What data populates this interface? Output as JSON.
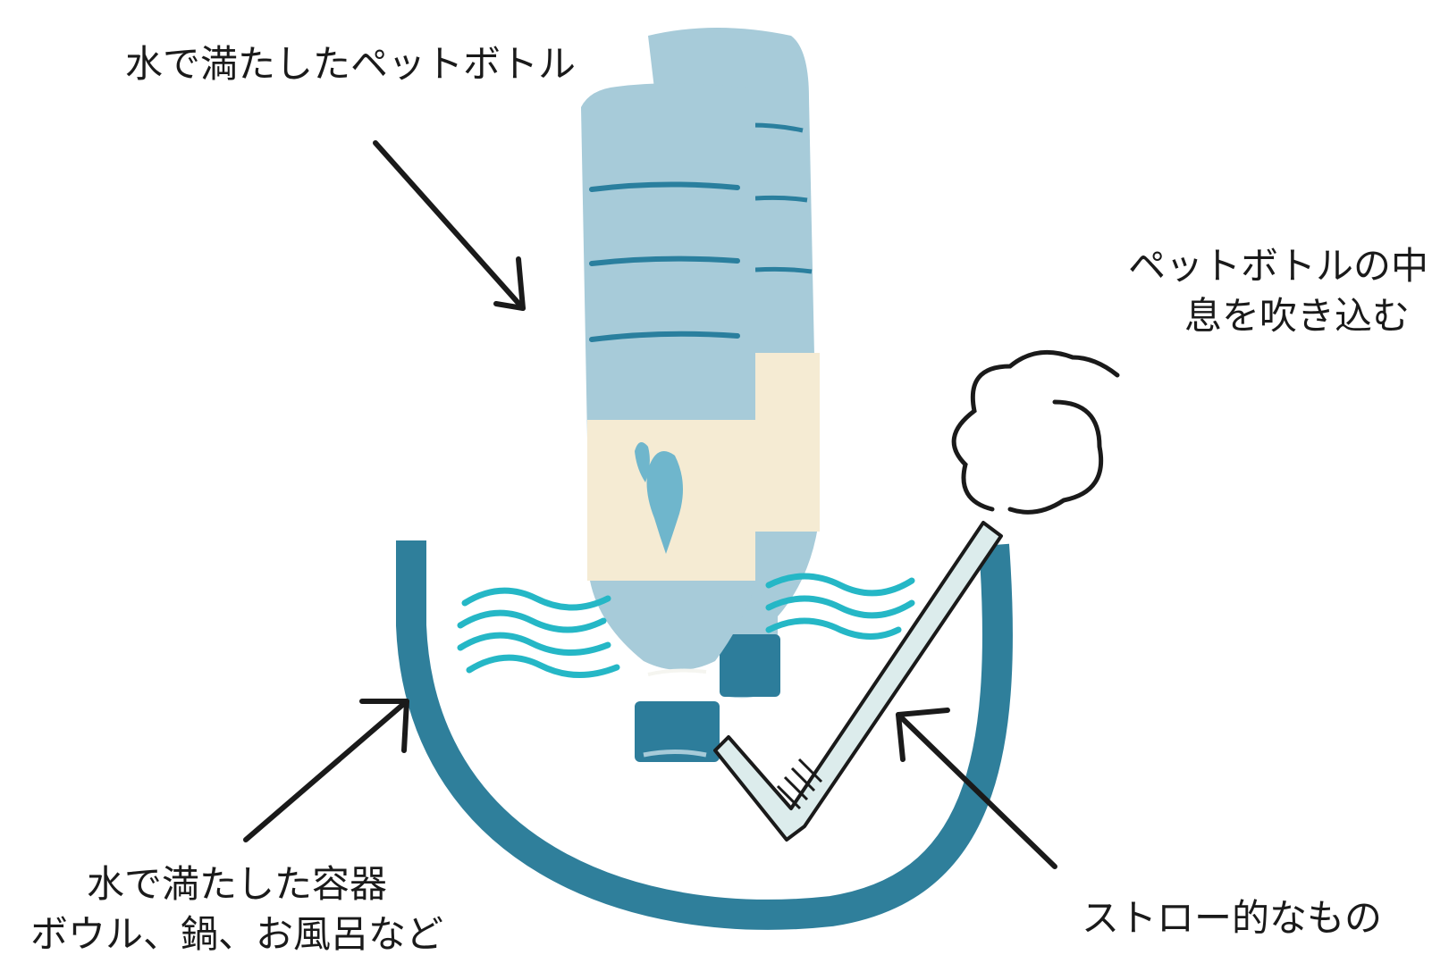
{
  "labels": {
    "bottle": "水で満たしたペットボトル",
    "breath": {
      "line1": "ペットボトルの中に",
      "line2": "息を吹き込む"
    },
    "container": {
      "line1": "水で満たした容器",
      "line2": "ボウル、鍋、お風呂など"
    },
    "straw": "ストロー的なもの"
  },
  "colors": {
    "bottle_fill": "#a7cbd9",
    "bottle_ridge": "#2a7f9e",
    "label_band": "#f5ebd3",
    "drop": "#6fb6cc",
    "cap": "#2d7d9b",
    "container": "#2f7f9b",
    "water_wave": "#25b7c6",
    "straw_fill": "#dcecec",
    "outline": "#1a1a1a"
  },
  "icons": [
    "bottle-icon",
    "water-drop-icon",
    "bowl-icon",
    "straw-icon",
    "breath-cloud-icon",
    "arrow-icon"
  ]
}
